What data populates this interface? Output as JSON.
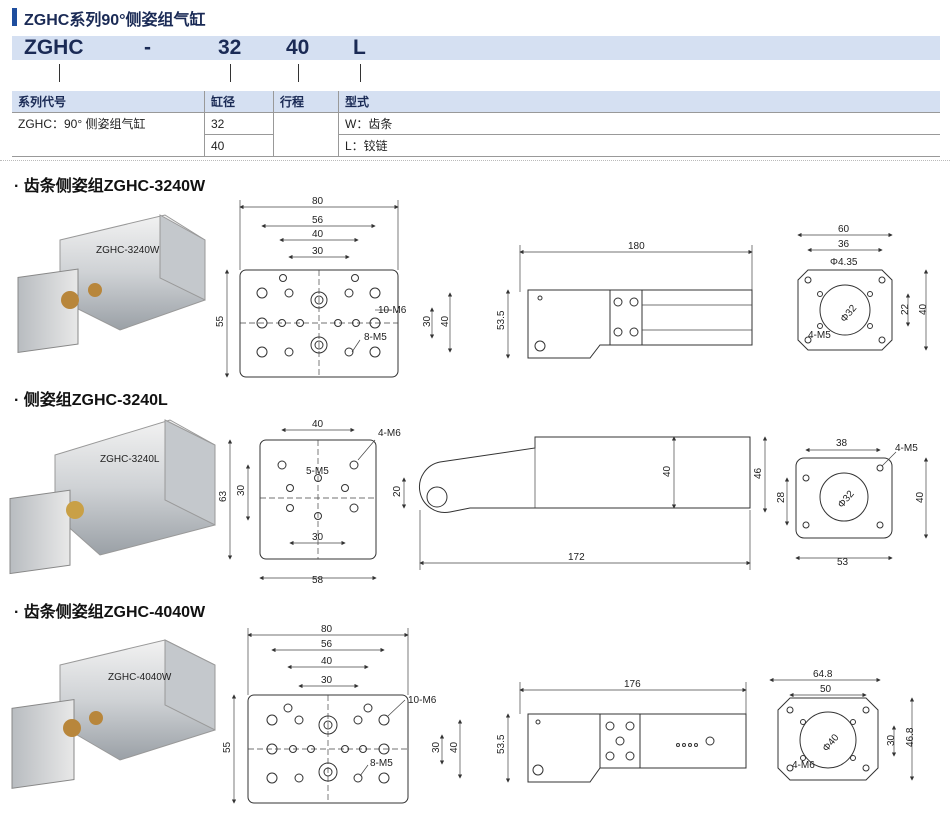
{
  "header": {
    "title": "ZGHC系列90°侧姿组气缸"
  },
  "code": {
    "series": "ZGHC",
    "dash": "-",
    "bore": "32",
    "stroke": "40",
    "type": "L"
  },
  "spec_table": {
    "headers": [
      "系列代号",
      "缸径",
      "行程",
      "型式"
    ],
    "series_desc": "ZGHC：90° 侧姿组气缸",
    "bores": [
      "32",
      "40"
    ],
    "types": [
      "W：齿条",
      "L：铰链"
    ]
  },
  "sections": [
    {
      "title": "· 齿条侧姿组ZGHC-3240W"
    },
    {
      "title": "· 侧姿组ZGHC-3240L"
    },
    {
      "title": "· 齿条侧姿组ZGHC-4040W"
    }
  ],
  "dims": {
    "s1": {
      "front": [
        "80",
        "56",
        "40",
        "30",
        "55",
        "30",
        "40",
        "10-M6",
        "8-M5"
      ],
      "side": [
        "180",
        "53.5"
      ],
      "flange": [
        "60",
        "36",
        "Φ4.35",
        "Φ32",
        "22",
        "40",
        "4-M5"
      ]
    },
    "s2": {
      "front": [
        "40",
        "4-M6",
        "5-M5",
        "63",
        "30",
        "20",
        "30",
        "58"
      ],
      "side": [
        "40",
        "46",
        "172"
      ],
      "flange": [
        "38",
        "4-M5",
        "28",
        "Φ32",
        "40",
        "53"
      ]
    },
    "s3": {
      "front": [
        "80",
        "56",
        "40",
        "30",
        "55",
        "10-M6",
        "30",
        "40",
        "8-M5"
      ],
      "side": [
        "176",
        "53.5"
      ],
      "flange": [
        "64.8",
        "50",
        "Φ40",
        "30",
        "46.8",
        "4-M6"
      ]
    }
  },
  "colors": {
    "accent": "#1f4e9e",
    "band": "#d5e0f2"
  }
}
